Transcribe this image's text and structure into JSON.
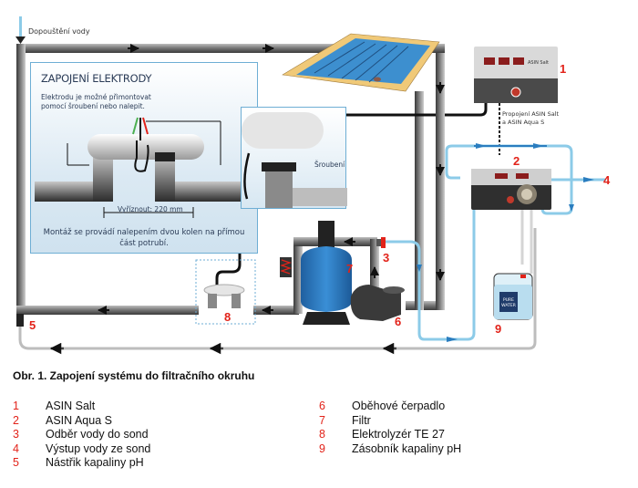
{
  "diagram": {
    "inlet_label": "Dopouštění vody",
    "panel": {
      "title": "ZAPOJENÍ ELEKTRODY",
      "description": "Elektrodu je možné přimontovat pomocí šroubení nebo nalepit.",
      "cut_label": "Vyříznout: 220 mm",
      "note": "Montáž se provádí nalepením dvou kolen na přímou část potrubí."
    },
    "inset_label": "Šroubení",
    "device1_label": "ASIN Salt",
    "connection_label_line1": "Propojení ASIN Salt",
    "connection_label_line2": "a ASIN Aqua S",
    "tank_label_line1": "PURE",
    "tank_label_line2": "WATER",
    "markers": [
      "1",
      "2",
      "3",
      "4",
      "5",
      "6",
      "7",
      "8",
      "9"
    ],
    "colors": {
      "pipe": "#6b6b6b",
      "water_line": "#8ccbe8",
      "flow_arrow_blue": "#2a7dbf",
      "marker_red": "#e2231a",
      "panel_border": "#6eaed4",
      "filter_blue": "#2f7fc4",
      "pool_water": "#3d8fcf",
      "pool_deck": "#f0c978"
    }
  },
  "caption": "Obr. 1. Zapojení systému do filtračního okruhu",
  "legend": {
    "left": [
      {
        "num": "1",
        "text": "ASIN Salt"
      },
      {
        "num": "2",
        "text": "ASIN Aqua S"
      },
      {
        "num": "3",
        "text": "Odběr vody do sond"
      },
      {
        "num": "4",
        "text": "Výstup vody ze sond"
      },
      {
        "num": "5",
        "text": "Nástřik kapaliny pH"
      }
    ],
    "right": [
      {
        "num": "6",
        "text": "Oběhové čerpadlo"
      },
      {
        "num": "7",
        "text": "Filtr"
      },
      {
        "num": "8",
        "text": "Elektrolyzér TE 27"
      },
      {
        "num": "9",
        "text": "Zásobník kapaliny pH"
      }
    ]
  }
}
